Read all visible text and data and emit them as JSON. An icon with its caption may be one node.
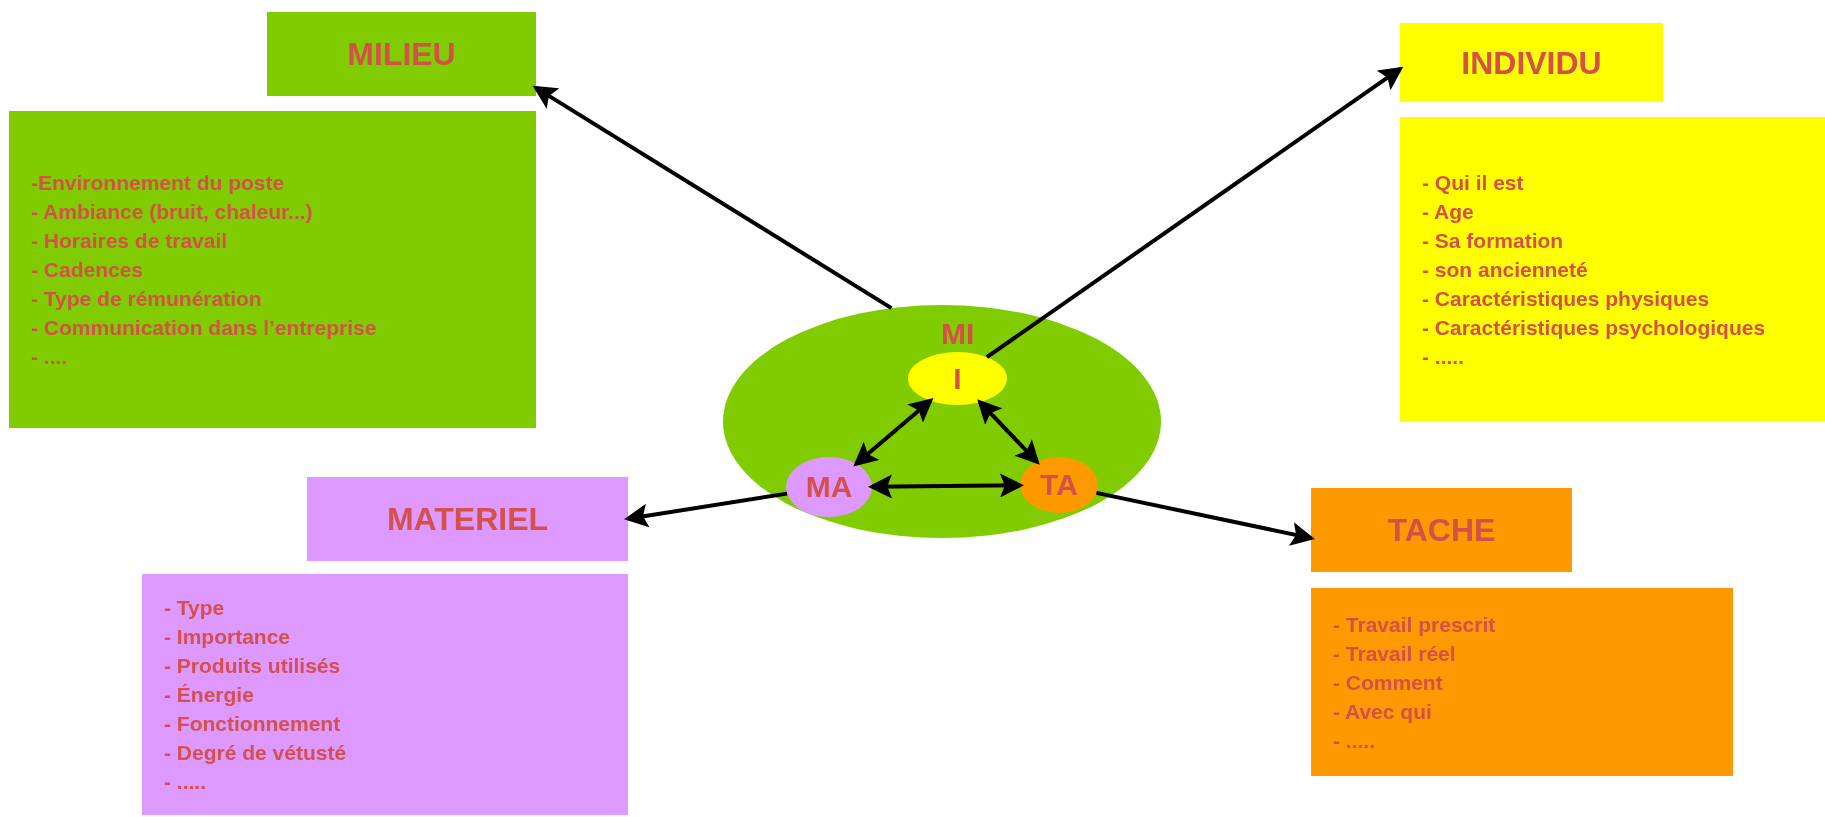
{
  "diagram": {
    "nodes": [
      {
        "text": [
          "MILIEU"
        ]
      },
      {
        "text": [
          "-Environnement du poste",
          "- Ambiance (bruit, chaleur...)",
          "- Horaires de travail",
          "- Cadences",
          "- Type de rémunération",
          "- Communication dans l’entreprise",
          "- ...."
        ]
      },
      {
        "text": [
          "INDIVIDU"
        ]
      },
      {
        "text": [
          "- Qui il est",
          "- Age",
          "- Sa formation",
          "- son ancienneté",
          "- Caractéristiques physiques",
          "- Caractéristiques psychologiques",
          "- ....."
        ]
      },
      {
        "text": [
          "MI"
        ]
      },
      {
        "text": [
          "I"
        ],
        "in": 4
      },
      {
        "text": [
          "MA"
        ],
        "in": 4
      },
      {
        "text": [
          "TA"
        ],
        "in": 4
      },
      {
        "text": [
          "MATERIEL"
        ]
      },
      {
        "text": [
          "- Type",
          "- Importance",
          "- Produits utilisés",
          "- Énergie",
          "- Fonctionnement",
          "- Degré de vétusté",
          "- ....."
        ]
      },
      {
        "text": [
          "TACHE"
        ]
      },
      {
        "text": [
          "- Travail prescrit",
          "- Travail réel",
          "- Comment",
          "- Avec qui",
          "- ....."
        ]
      }
    ],
    "edges": [
      {
        "from": 4,
        "to": 0,
        "arrow": "to"
      },
      {
        "from": 5,
        "to": 2,
        "arrow": "to"
      },
      {
        "from": 5,
        "to": 6,
        "arrow": "both"
      },
      {
        "from": 5,
        "to": 7,
        "arrow": "both"
      },
      {
        "from": 6,
        "to": 7,
        "arrow": "both"
      },
      {
        "from": 6,
        "to": 8,
        "arrow": "to"
      },
      {
        "from": 7,
        "to": 10,
        "arrow": "to"
      }
    ]
  }
}
